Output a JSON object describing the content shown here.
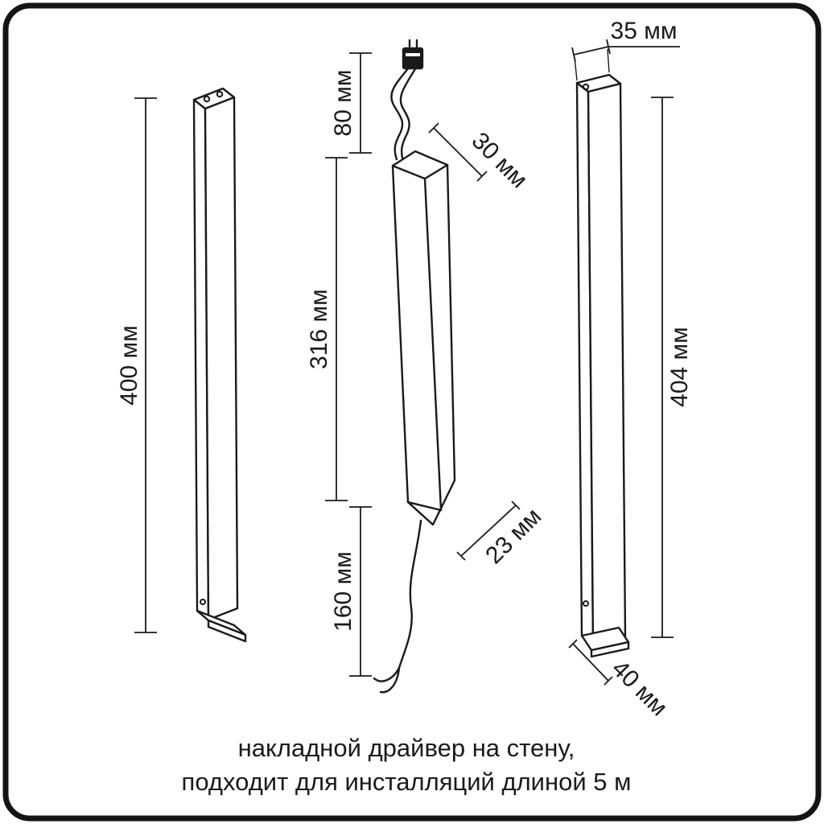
{
  "image": {
    "kind": "product-dimension-diagram",
    "background_color": "#ffffff",
    "line_color": "#1a1a1a",
    "border_color": "#141414"
  },
  "labels": {
    "left_bar_length": "400 мм",
    "wire_top_length": "80 мм",
    "driver_length": "316 мм",
    "wire_bottom_length": "160 мм",
    "driver_depth": "30 мм",
    "driver_width": "23 мм",
    "right_bar_width": "35 мм",
    "right_bar_length": "404 мм",
    "right_bar_base_depth": "40 мм"
  },
  "caption": {
    "line1": "накладной драйвер на стену,",
    "line2": "подходит для инсталляций длиной 5 м"
  }
}
